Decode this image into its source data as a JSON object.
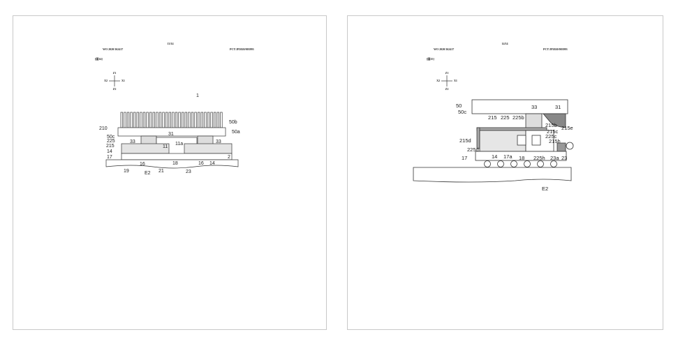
{
  "pages": [
    {
      "page_number": "13/14",
      "publication_number": "WO 2020/162417",
      "application_number": "PCT/JP2020/003993",
      "figure_label": "[図14]",
      "axes": {
        "up": "Z1",
        "down": "Z2",
        "left": "X2",
        "right": "X1"
      },
      "labels": [
        "1",
        "50b",
        "210",
        "50a",
        "50c",
        "31",
        "33",
        "33",
        "11",
        "11a",
        "225",
        "215",
        "14",
        "17",
        "16",
        "18",
        "16",
        "14",
        "2",
        "19",
        "E2",
        "21",
        "23"
      ]
    },
    {
      "page_number": "14/14",
      "publication_number": "WO 2020/162417",
      "application_number": "PCT/JP2020/003993",
      "figure_label": "[図15]",
      "axes": {
        "up": "Z1",
        "down": "Z2",
        "left": "X2",
        "right": "X1"
      },
      "labels": [
        "50",
        "50c",
        "33",
        "31",
        "215",
        "225",
        "225b",
        "215b",
        "215e",
        "215c",
        "225c",
        "215d",
        "215h",
        "225d",
        "14",
        "17a",
        "18",
        "225h",
        "23a",
        "23",
        "17",
        "E2"
      ]
    }
  ]
}
